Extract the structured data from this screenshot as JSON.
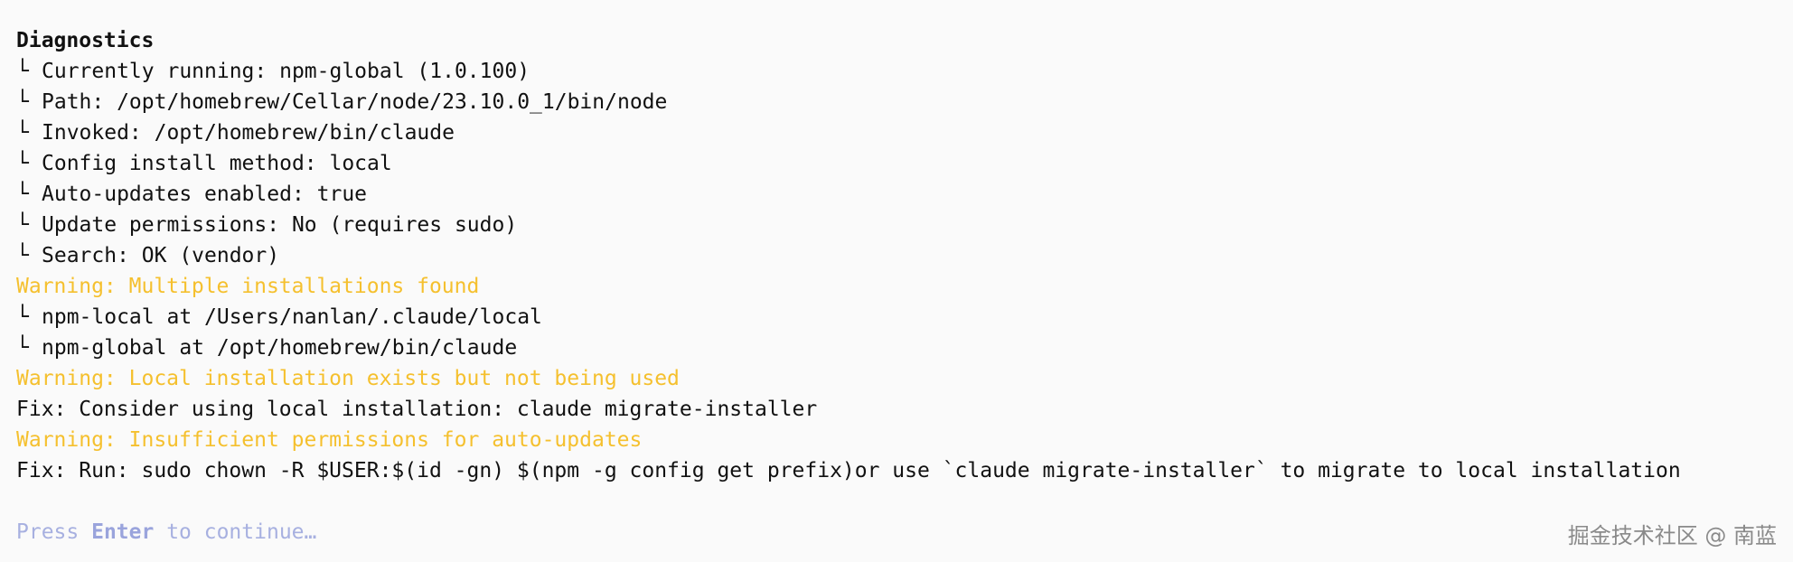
{
  "branch_glyph": "└",
  "diagnostics": {
    "title": "Diagnostics",
    "items": [
      "Currently running: npm-global (1.0.100)",
      "Path: /opt/homebrew/Cellar/node/23.10.0_1/bin/node",
      "Invoked: /opt/homebrew/bin/claude",
      "Config install method: local",
      "Auto-updates enabled: true",
      "Update permissions: No (requires sudo)",
      "Search: OK (vendor)"
    ]
  },
  "warnings": {
    "multiple": {
      "text": "Warning: Multiple installations found",
      "items": [
        "npm-local at /Users/nanlan/.claude/local",
        "npm-global at /opt/homebrew/bin/claude"
      ]
    },
    "local_unused": {
      "text": "Warning: Local installation exists but not being used",
      "fix": "Fix: Consider using local installation: claude migrate-installer"
    },
    "permissions": {
      "text": "Warning: Insufficient permissions for auto-updates",
      "fix": "Fix: Run: sudo chown -R $USER:$(id -gn) $(npm -g config get prefix)or use `claude migrate-installer` to migrate to local installation"
    }
  },
  "prompt": {
    "prefix": "Press ",
    "key": "Enter",
    "suffix": " to continue…"
  },
  "watermark": "掘金技术社区 @ 南蓝",
  "colors": {
    "warning": "#f5c02e",
    "prompt": "#a7b0e0",
    "text": "#111111",
    "background": "#fafafa"
  }
}
